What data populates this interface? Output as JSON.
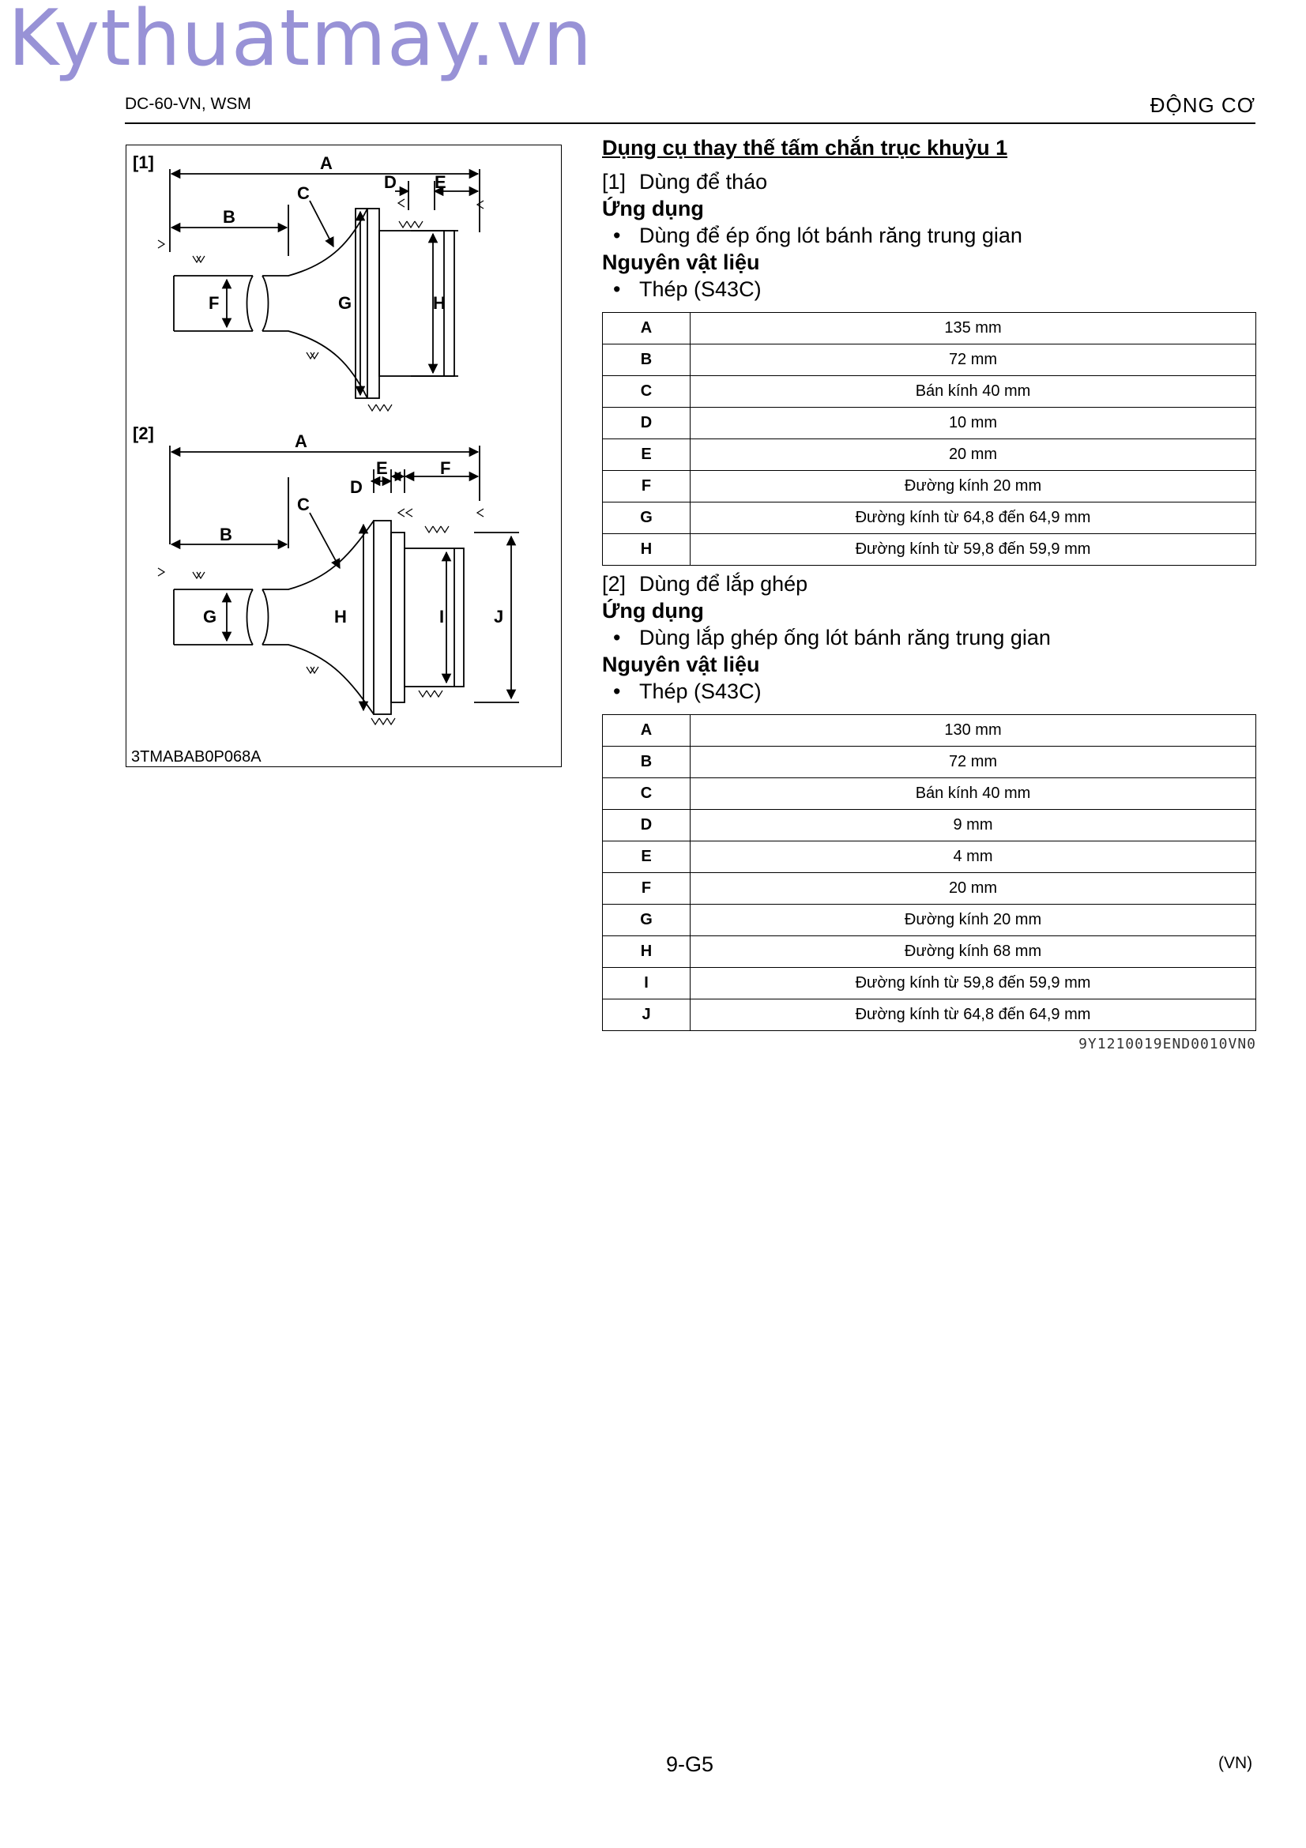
{
  "watermark": "Kythuatmay.vn",
  "header": {
    "left": "DC-60-VN, WSM",
    "right": "ĐỘNG CƠ"
  },
  "figure": {
    "code": "3TMABAB0P068A",
    "tool1": {
      "tag": "[1]",
      "labels": [
        "A",
        "B",
        "C",
        "D",
        "E",
        "F",
        "G",
        "H"
      ]
    },
    "tool2": {
      "tag": "[2]",
      "labels": [
        "A",
        "B",
        "C",
        "D",
        "E",
        "F",
        "G",
        "H",
        "I",
        "J"
      ]
    }
  },
  "title": "Dụng cụ thay thế tấm chắn trục khuỷu 1",
  "section1": {
    "tag": "[1]",
    "purpose": "Dùng để tháo",
    "application_heading": "Ứng dụng",
    "application_item": "Dùng để ép ống lót bánh răng trung gian",
    "material_heading": "Nguyên vật liệu",
    "material_item": "Thép (S43C)",
    "rows": [
      {
        "key": "A",
        "value": "135 mm"
      },
      {
        "key": "B",
        "value": "72 mm"
      },
      {
        "key": "C",
        "value": "Bán kính 40 mm"
      },
      {
        "key": "D",
        "value": "10 mm"
      },
      {
        "key": "E",
        "value": "20 mm"
      },
      {
        "key": "F",
        "value": "Đường kính 20 mm"
      },
      {
        "key": "G",
        "value": "Đường kính từ 64,8 đến 64,9 mm"
      },
      {
        "key": "H",
        "value": "Đường kính từ 59,8 đến 59,9 mm"
      }
    ]
  },
  "section2": {
    "tag": "[2]",
    "purpose": "Dùng để lắp ghép",
    "application_heading": "Ứng dụng",
    "application_item": "Dùng lắp ghép ống lót bánh răng trung gian",
    "material_heading": "Nguyên vật liệu",
    "material_item": "Thép (S43C)",
    "rows": [
      {
        "key": "A",
        "value": "130 mm"
      },
      {
        "key": "B",
        "value": "72 mm"
      },
      {
        "key": "C",
        "value": "Bán kính 40 mm"
      },
      {
        "key": "D",
        "value": "9 mm"
      },
      {
        "key": "E",
        "value": "4 mm"
      },
      {
        "key": "F",
        "value": "20 mm"
      },
      {
        "key": "G",
        "value": "Đường kính 20 mm"
      },
      {
        "key": "H",
        "value": "Đường kính 68 mm"
      },
      {
        "key": "I",
        "value": "Đường kính từ 59,8 đến 59,9 mm"
      },
      {
        "key": "J",
        "value": "Đường kính từ 64,8 đến 64,9 mm"
      }
    ]
  },
  "doc_id": "9Y1210019END0010VN0",
  "footer": {
    "page": "9-G5",
    "lang": "(VN)"
  }
}
